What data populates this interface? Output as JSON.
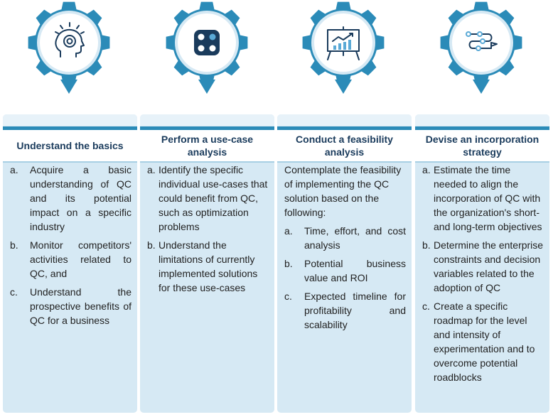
{
  "colors": {
    "gear": "#2b8bb8",
    "icon": "#1a3b5c",
    "panel": "#d6e9f4",
    "header_border": "#2b8bb8"
  },
  "columns": [
    {
      "icon": "head-lightbulb-icon",
      "title": "Understand the basics",
      "items": [
        {
          "marker": "a.",
          "text": "Acquire a basic understanding of QC and its potential impact on a specific industry"
        },
        {
          "marker": "b.",
          "text": "Monitor competitors' activities related to QC, and"
        },
        {
          "marker": "c.",
          "text": "Understand the prospective benefits of QC for a business"
        }
      ]
    },
    {
      "icon": "dice-icon",
      "title": "Perform a use-case analysis",
      "items": [
        {
          "marker": "a.",
          "text": "Identify the specific individual use-cases that could benefit from QC, such as optimization problems"
        },
        {
          "marker": "b.",
          "text": "Understand the limitations of currently implemented solutions for these use-cases"
        }
      ]
    },
    {
      "icon": "presentation-chart-icon",
      "title": "Conduct a feasibility analysis",
      "intro": "Contemplate the feasibility of implementing the QC solution based on the following:",
      "items": [
        {
          "marker": "a.",
          "text": "Time, effort, and cost analysis"
        },
        {
          "marker": "b.",
          "text": "Potential business value and ROI"
        },
        {
          "marker": "c.",
          "text": "Expected timeline for profitability and scalability"
        }
      ]
    },
    {
      "icon": "roadmap-flag-icon",
      "title": "Devise an incorporation strategy",
      "items": [
        {
          "marker": "a.",
          "text": "Estimate the time needed to align the incorporation of QC with the organization's short- and long-term objectives"
        },
        {
          "marker": "b.",
          "text": "Determine the enterprise constraints and decision variables related to the adoption of QC"
        },
        {
          "marker": "c.",
          "text": "Create a specific roadmap for the level and intensity of experimentation and to overcome potential roadblocks"
        }
      ]
    }
  ]
}
